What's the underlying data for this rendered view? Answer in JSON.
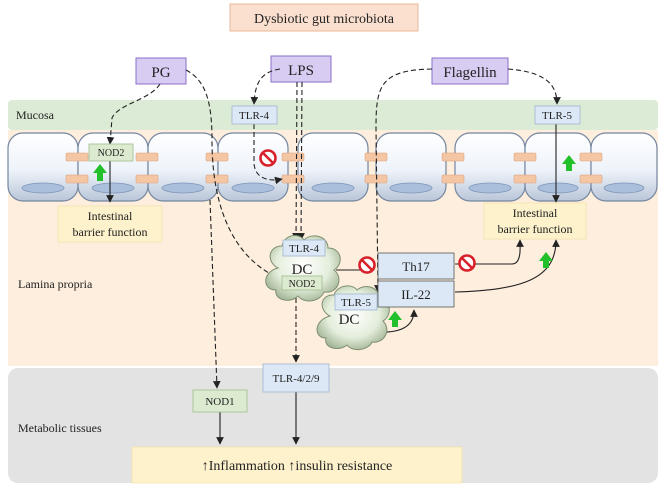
{
  "title": "Dysbiotic gut microbiota",
  "regions": {
    "mucosa": "Mucosa",
    "lamina_propria": "Lamina propria",
    "metabolic_tissues": "Metabolic tissues"
  },
  "ligands": {
    "pg": "PG",
    "lps": "LPS",
    "flagellin": "Flagellin"
  },
  "receptors": {
    "tlr4_epithelial": "TLR-4",
    "tlr5_epithelial": "TLR-5",
    "nod2_epithelial": "NOD2",
    "tlr4_dc": "TLR-4",
    "nod2_dc": "NOD2",
    "tlr5_dc": "TLR-5",
    "tlr429": "TLR-4/2/9",
    "nod1": "NOD1"
  },
  "cells": {
    "dc_upper": "DC",
    "dc_lower": "DC"
  },
  "barrier_left": [
    "Intestinal",
    "barrier function"
  ],
  "barrier_right": [
    "Intestinal",
    "barrier function"
  ],
  "cytokines": {
    "th17": "Th17",
    "il22": "IL-22"
  },
  "outcome": "↑Inflammation ↑insulin resistance",
  "colors": {
    "ligand_fill": "#d9ccf2",
    "ligand_stroke": "#8a6fc8",
    "title_fill": "#fbe0cf",
    "mucosa_band": "#dcebd6",
    "lamina_band": "#fdeedd",
    "metabolic_band": "#e3e3e3",
    "receptor_fill": "#dce8f5",
    "barrier_fill": "#fdf2cc",
    "up_arrow": "#22c02a",
    "inhibit": "#d8202a",
    "junction": "#f4c6a4"
  }
}
